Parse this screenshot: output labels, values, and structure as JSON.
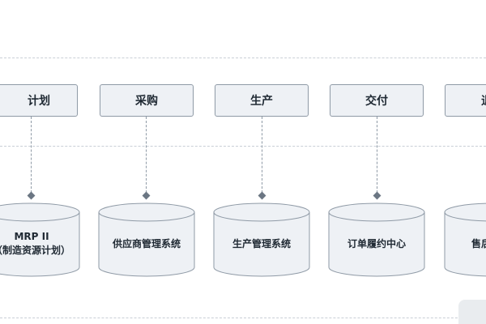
{
  "colors": {
    "box_fill": "#eef1f5",
    "box_border": "#8f9aa6",
    "text": "#1f2933",
    "dashed_lines": "#c9cfd6",
    "connector": "#6b7683"
  },
  "stages": [
    {
      "label": "计划"
    },
    {
      "label": "采购"
    },
    {
      "label": "生产"
    },
    {
      "label": "交付"
    },
    {
      "label": "退"
    }
  ],
  "systems": [
    {
      "line1": "MRP II",
      "line2": "（制造资源计划）"
    },
    {
      "line1": "供应商管理系统",
      "line2": ""
    },
    {
      "line1": "生产管理系统",
      "line2": ""
    },
    {
      "line1": "订单履约中心",
      "line2": ""
    },
    {
      "line1": "售后",
      "line2": ""
    }
  ]
}
